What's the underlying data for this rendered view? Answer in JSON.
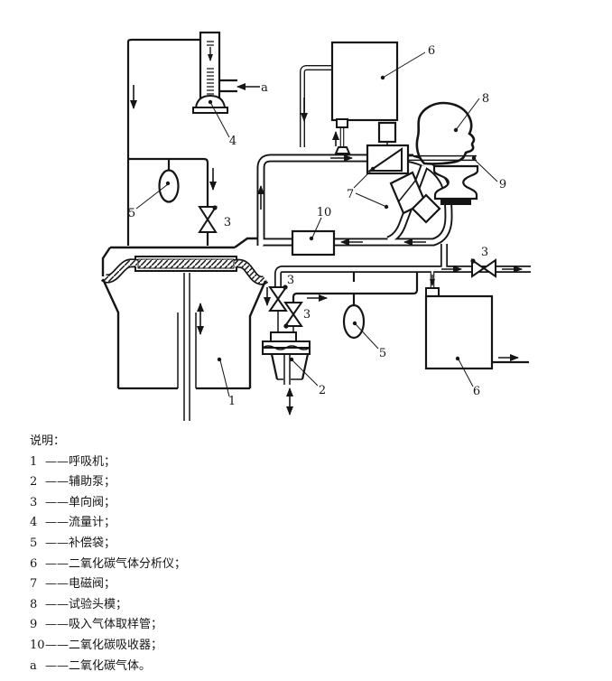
{
  "figure": {
    "callouts": {
      "c1": "1",
      "c2": "2",
      "c3": "3",
      "c4": "4",
      "c5": "5",
      "c6": "6",
      "c7": "7",
      "c8": "8",
      "c9": "9",
      "c10": "10",
      "ca": "a"
    }
  },
  "legend": {
    "title": "说明：",
    "separator": "——",
    "items": [
      {
        "num": "1",
        "name": "呼吸机；"
      },
      {
        "num": "2",
        "name": "辅助泵；"
      },
      {
        "num": "3",
        "name": "单向阀；"
      },
      {
        "num": "4",
        "name": "流量计；"
      },
      {
        "num": "5",
        "name": "补偿袋；"
      },
      {
        "num": "6",
        "name": "二氧化碳气体分析仪；"
      },
      {
        "num": "7",
        "name": "电磁阀；"
      },
      {
        "num": "8",
        "name": "试验头模；"
      },
      {
        "num": "9",
        "name": "吸入气体取样管；"
      },
      {
        "num": "10",
        "name": "二氧化碳吸收器；"
      },
      {
        "num": "a",
        "name": "二氧化碳气体。"
      }
    ]
  }
}
